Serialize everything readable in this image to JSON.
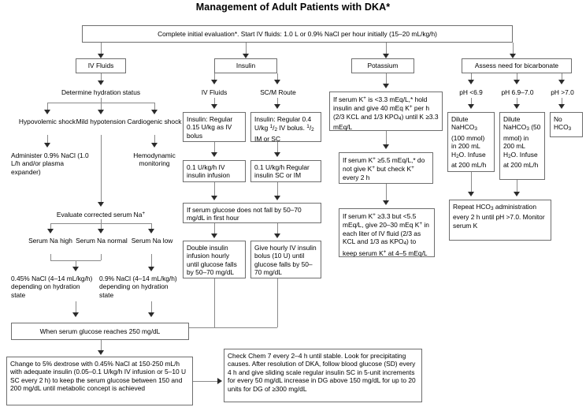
{
  "title": "Management of Adult Patients with DKA*",
  "top": {
    "initial_evaluation": "Complete initial evaluation*. Start IV fluids: 1.0 L or 0.9% NaCl per hour initially (15–20 mL/kg/h)"
  },
  "columns": {
    "iv_fluids": "IV Fluids",
    "insulin": "Insulin",
    "potassium": "Potassium",
    "bicarbonate": "Assess need for bicarbonate"
  },
  "fluids_branch": {
    "determine": "Determine hydration status",
    "option_hypovolemic": "Hypovolemic shock",
    "option_mild": "Mild hypotension",
    "option_cardiogenic": "Cardiogenic shock",
    "administer_saline": "Administer 0.9% NaCl (1.0 L/h and/or plasma expander)",
    "hemodynamic": "Hemodynamic monitoring",
    "evaluate_sodium": "Evaluate corrected serum Na⁺",
    "na_high": "Serum Na high",
    "na_normal": "Serum Na normal",
    "na_low": "Serum Na low",
    "nacl_045": "0.45% NaCl (4–14 mL/kg/h) depending on hydration state",
    "nacl_09": "0.9% NaCl (4–14 mL/kg/h) depending on hydration state"
  },
  "insulin_branch": {
    "route_iv": "IV Fluids",
    "route_scm": "SC/M Route",
    "bolus_iv_pre": "Insulin: Regular 0.15 U/kg as IV bolus",
    "bolus_scm_pre": "Insulin: Regular 0.4 U/kg",
    "bolus_scm_frac1": "1/2",
    "bolus_scm_mid": "IV bolus.",
    "bolus_scm_frac2": "1/2",
    "bolus_scm_post": "IM or SC",
    "infusion_iv": "0.1 U/kg/h IV insulin infusion",
    "infusion_scm": "0.1 U/kg/h Regular insulin SC or IM",
    "glucose_not_falling": "If serum glucose does not fall by 50–70 mg/dL in first hour",
    "double_infusion": "Double insulin infusion hourly until glucose falls by 50–70 mg/dL",
    "hourly_bolus": "Give hourly IV insulin bolus (10 U) until glucose falls by 50–70 mg/dL"
  },
  "potassium_branch": {
    "low_k_pre": "If serum K",
    "low_k_text": " is <3.3 mEq/L,* hold insulin and give 40 mEq K",
    "low_k_text2": " per h (2/3 KCL and 1/3 KPO",
    "low_k_sub": "4",
    "low_k_text3": ") until K ≥3.3 mEq/L",
    "high_k_pre": "If serum K",
    "high_k_text": " ≥5.5 mEq/L,* do not give K",
    "high_k_text2": " but check K",
    "high_k_text3": " every 2 h",
    "mid_k_pre": "If serum K",
    "mid_k_text": " ≥3.3 but <5.5 mEq/L, give 20–30 mEq K",
    "mid_k_text2": " in each liter of IV fluid (2/3 as KCL and 1/3 as KPO",
    "mid_k_sub": "4",
    "mid_k_text3": ") to keep serum K",
    "mid_k_text4": " at 4–5 mEq/L"
  },
  "bicarb_branch": {
    "ph_low": "pH <6.9",
    "ph_mid": "pH 6.9–7.0",
    "ph_high": "pH >7.0",
    "dilute_100_l1": "Dilute",
    "dilute_100_l2": "NaHCO",
    "dilute_100_sub": "3",
    "dilute_100_l3": "(100 mmol)",
    "dilute_100_l4": "in 200 mL",
    "dilute_100_l5": "H",
    "dilute_100_sub2": "2",
    "dilute_100_l6": "O. Infuse",
    "dilute_100_l7": "at 200 mL/h",
    "dilute_50_l1": "Dilute",
    "dilute_50_l2": "NaHCO",
    "dilute_50_sub": "3",
    "dilute_50_l3": "(50 mmol)",
    "dilute_50_l4": "in 200 mL",
    "dilute_50_l5": "H",
    "dilute_50_sub2": "2",
    "dilute_50_l6": "O.",
    "dilute_50_l7": "Infuse at",
    "dilute_50_l8": "200 mL/h",
    "no_hco3_l1": "No",
    "no_hco3_l2": "HCO",
    "no_hco3_sub": "3",
    "repeat_l1": "Repeat HCO",
    "repeat_sub": "3",
    "repeat_l2": "administration every 2 h",
    "repeat_l3": "until pH >7.0.",
    "repeat_l4": "Monitor serum K"
  },
  "bottom": {
    "glucose_250": "When serum glucose reaches 250 mg/dL",
    "change_dextrose": "Change to 5% dextrose with 0.45% NaCl at 150-250 mL/h with adequate insulin (0.05–0.1 U/kg/h IV infusion or 5–10 U SC every 2 h) to keep the serum glucose between 150 and 200 mg/dL until metabolic concept is achieved",
    "check_chem": "Check Chem 7 every 2–4 h until stable. Look for precipitating causes. After resolution of DKA, follow blood glucose (SD) every 4 h and give sliding scale regular insulin SC in 5-unit increments for every 50 mg/dL increase in DG above 150 mg/dL for up to 20 units for DG of ≥300 mg/dL"
  }
}
